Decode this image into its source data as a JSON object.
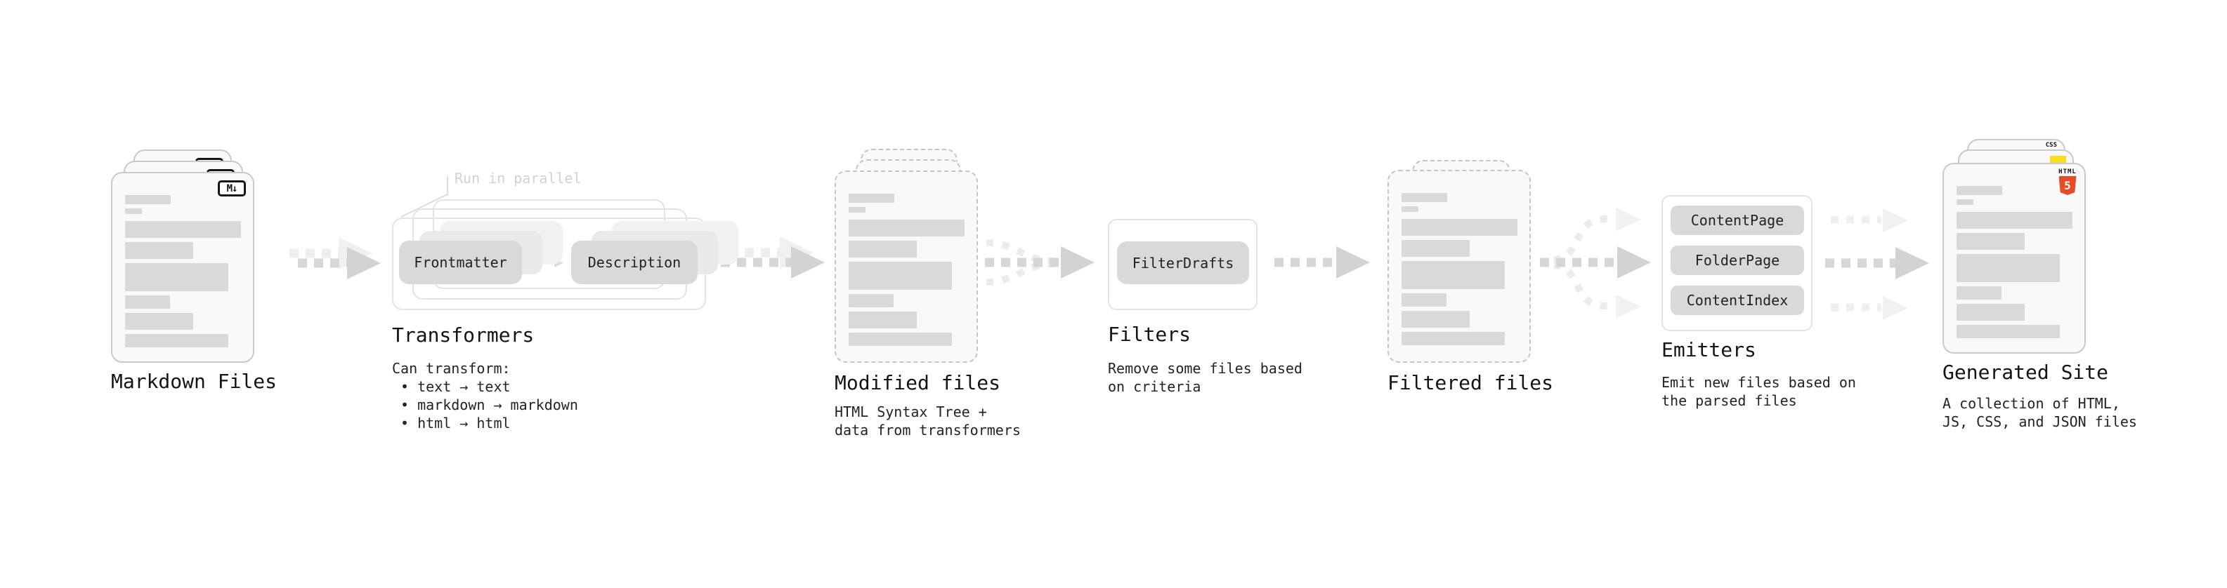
{
  "stages": {
    "markdown": {
      "label": "Markdown Files",
      "badge": "M↓"
    },
    "transformers": {
      "label": "Transformers",
      "note": "Run in parallel",
      "pill_frontmatter": "Frontmatter",
      "pill_description": "Description",
      "caption": [
        "Can transform:",
        "• text → text",
        "• markdown → markdown",
        "• html → html"
      ]
    },
    "modified": {
      "label": "Modified files",
      "caption": [
        "HTML Syntax Tree +",
        "data from transformers"
      ]
    },
    "filters": {
      "label": "Filters",
      "pill_filterdrafts": "FilterDrafts",
      "caption": [
        "Remove some files based",
        "on criteria"
      ]
    },
    "filtered": {
      "label": "Filtered files"
    },
    "emitters": {
      "label": "Emitters",
      "pill_contentpage": "ContentPage",
      "pill_folderpage": "FolderPage",
      "pill_contentindex": "ContentIndex",
      "caption": [
        "Emit new files based on",
        "the parsed files"
      ]
    },
    "generated": {
      "label": "Generated Site",
      "badge_css": "CSS",
      "badge_html_word": "HTML",
      "badge_html_number": "5",
      "caption": [
        "A collection of HTML,",
        "JS, CSS, and JSON files"
      ]
    }
  },
  "colors": {
    "html5_orange": "#e44d26",
    "js_yellow": "#f7df1e",
    "css_blue": "#2b66f6",
    "dash_dark": "#d6d6d6",
    "dash_light": "#ededed",
    "pill_gray": "#d9d9d9"
  },
  "doc_bars": [
    [
      18,
      31,
      65,
      13
    ],
    [
      18,
      50,
      24,
      8
    ],
    [
      18,
      68,
      165,
      24
    ],
    [
      18,
      98,
      97,
      24
    ],
    [
      18,
      128,
      147,
      40
    ],
    [
      18,
      174,
      64,
      19
    ],
    [
      18,
      199,
      97,
      24
    ],
    [
      18,
      229,
      147,
      19
    ]
  ]
}
